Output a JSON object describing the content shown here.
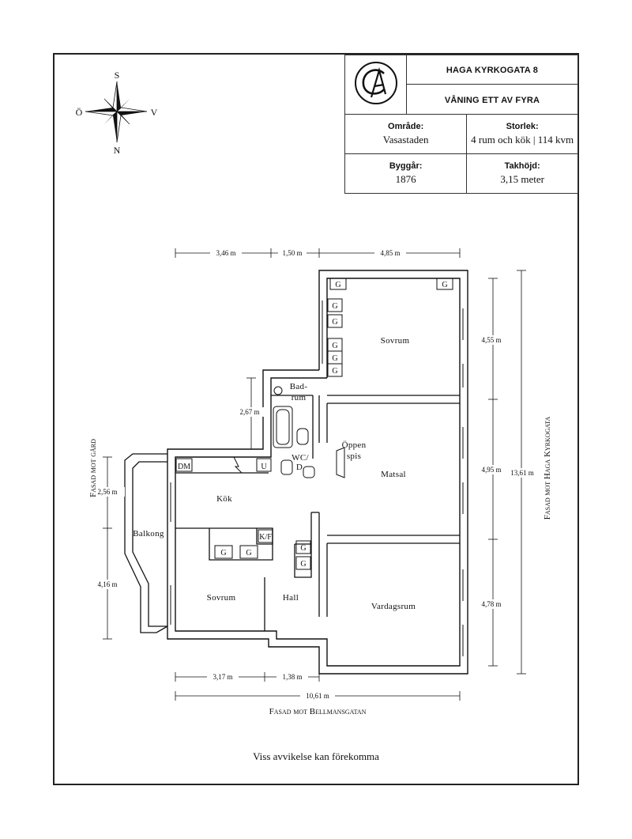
{
  "compass": {
    "north": "N",
    "south": "S",
    "east": "Ö",
    "west": "V"
  },
  "header": {
    "address": "HAGA KYRKOGATA 8",
    "floor": "VÅNING ETT AV FYRA"
  },
  "info": {
    "area_label": "Område:",
    "area_value": "Vasastaden",
    "size_label": "Storlek:",
    "size_value": "4 rum och kök | 114 kvm",
    "built_label": "Byggår:",
    "built_value": "1876",
    "ceiling_label": "Takhöjd:",
    "ceiling_value": "3,15 meter"
  },
  "rooms": {
    "sovrum1": "Sovrum",
    "bad": "Bad-",
    "bad2": "rum",
    "wc": "WC/",
    "wc2": "D",
    "oppen": "Öppen",
    "oppen2": "spis",
    "matsal": "Matsal",
    "kok": "Kök",
    "balkong": "Balkong",
    "sovrum2": "Sovrum",
    "hall": "Hall",
    "vardagsrum": "Vardagsrum"
  },
  "fixtures": {
    "g": "G",
    "dm": "DM",
    "u": "U",
    "kf": "K/F"
  },
  "dimensions": {
    "top1": "3,46 m",
    "top2": "1,50 m",
    "top3": "4,85 m",
    "r1": "4,55 m",
    "r2": "4,95 m",
    "r3": "4,78 m",
    "total_right": "13,61 m",
    "bad_h": "2,67 m",
    "left1": "2,56 m",
    "left2": "4,16 m",
    "bot1": "3,17 m",
    "bot2": "1,38 m",
    "bot_total": "10,61 m"
  },
  "facades": {
    "left": "Fasad mot gård",
    "right": "Fasad mot Haga Kyrkogata",
    "bottom": "Fasad mot Bellmansgatan"
  },
  "footer": "Viss avvikelse kan förekomma"
}
